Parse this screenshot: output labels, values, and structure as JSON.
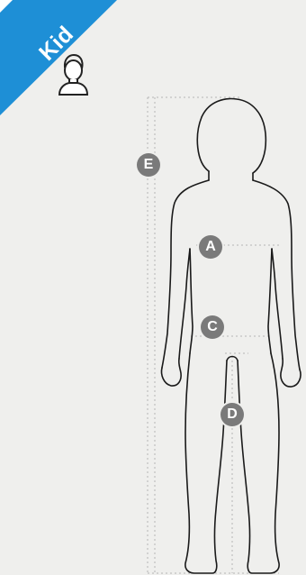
{
  "badge": {
    "label": "Kid",
    "color": "#1e8fd6"
  },
  "markers": {
    "a": "A",
    "c": "C",
    "d": "D",
    "e": "E"
  },
  "colors": {
    "marker": "#7a7a7a",
    "outline": "#1a1a1a",
    "guide": "#b5b5b5"
  }
}
